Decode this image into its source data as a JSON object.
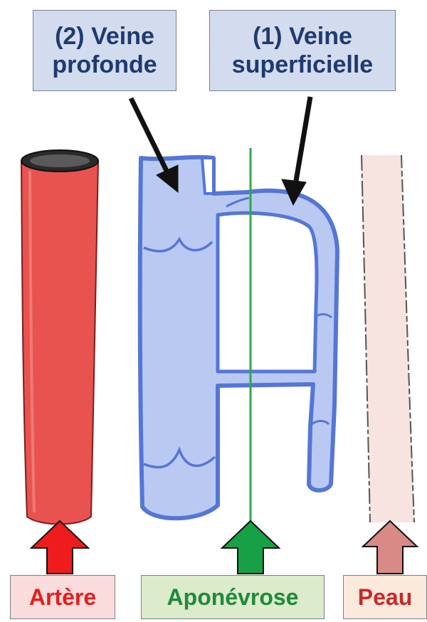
{
  "labels": {
    "deep_vein": "(2) Veine\nprofonde",
    "superficial_vein": "(1) Veine\nsuperficielle",
    "artery": "Artère",
    "fascia": "Aponévrose",
    "skin": "Peau"
  },
  "colors": {
    "artery_fill": "#e8534f",
    "vein_fill": "#b9c9f2",
    "vein_stroke": "#5576d6",
    "fascia_line": "#2fa84a",
    "skin_fill": "#f7e3e0",
    "arrow_artery": "#ee1c1c",
    "arrow_fascia": "#17a046",
    "arrow_skin": "#d98a86",
    "pointer_arrow": "#111111"
  }
}
